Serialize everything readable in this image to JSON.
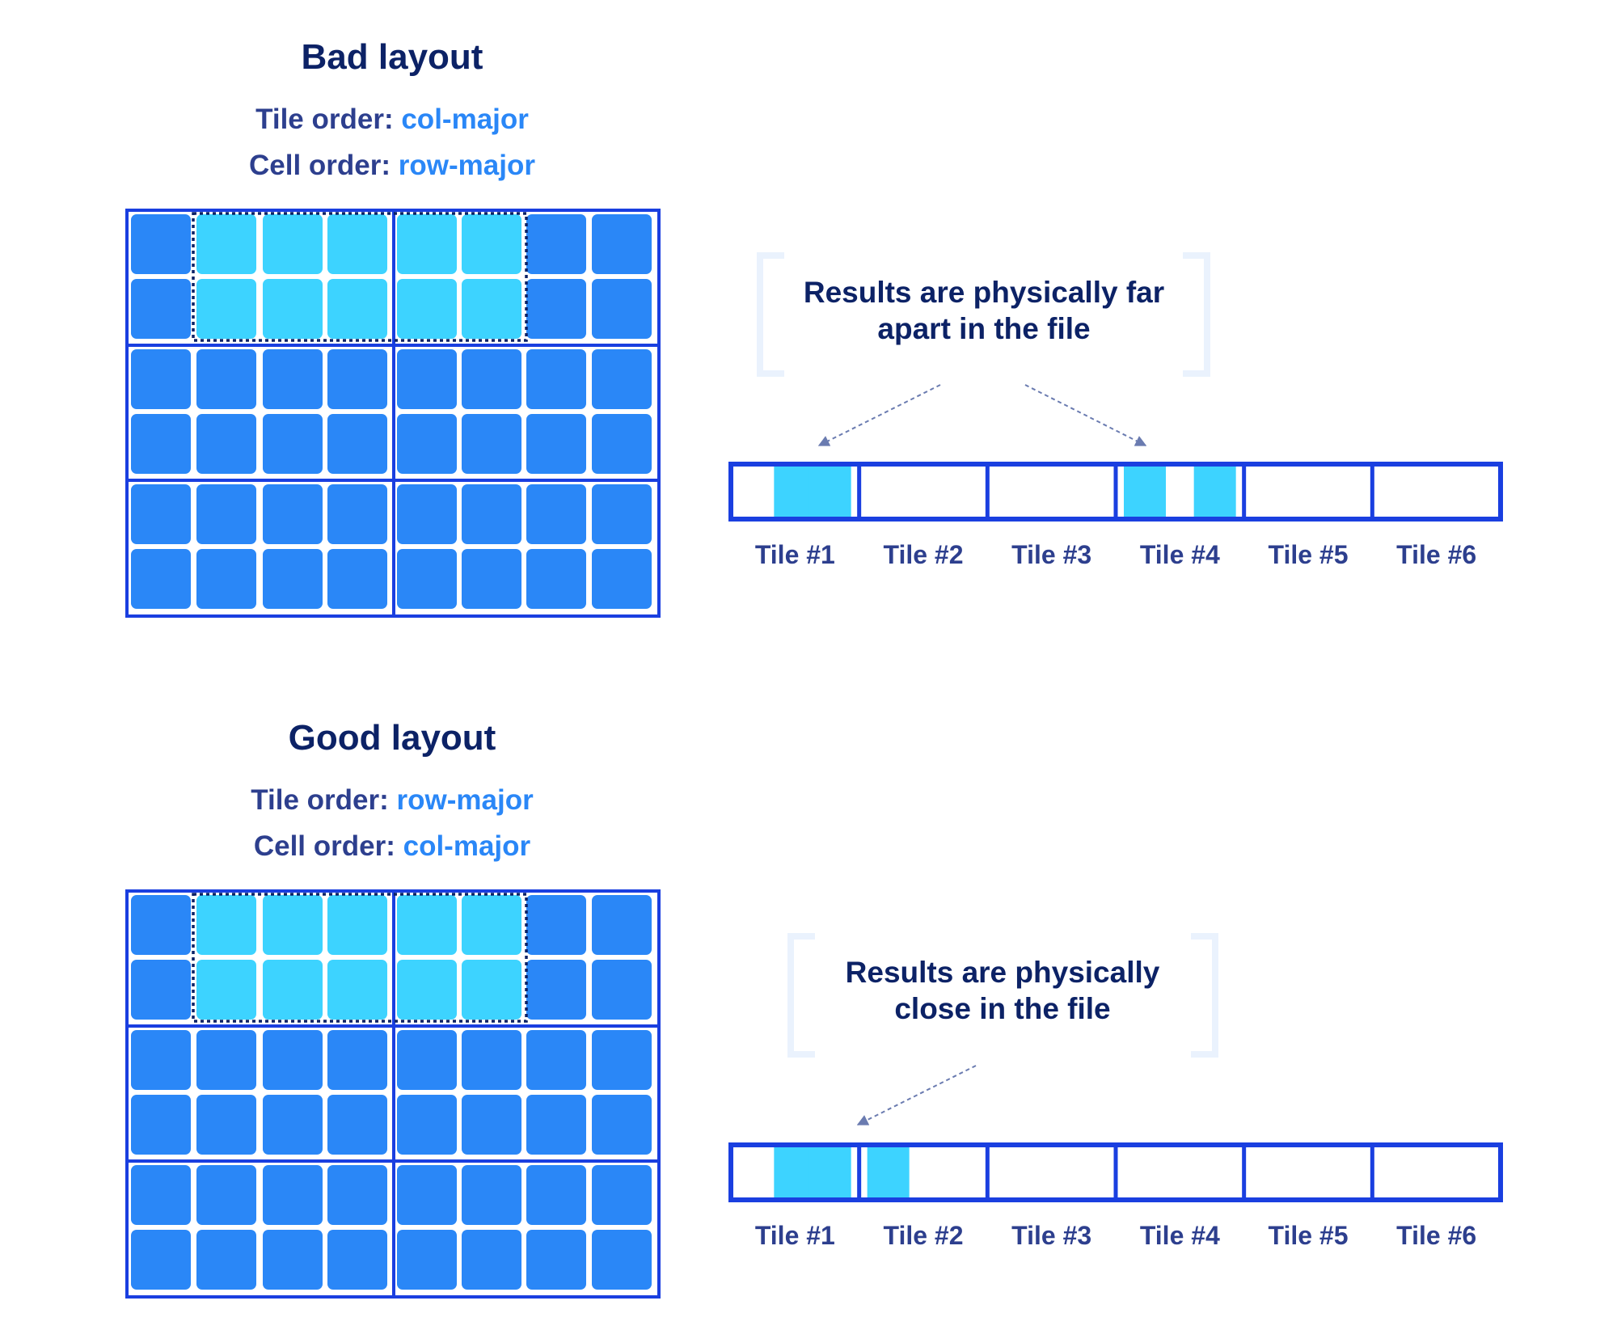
{
  "colors": {
    "title": "#0c2266",
    "label": "#2d3f8e",
    "accent_text": "#2a87f7",
    "frame": "#1a3fe0",
    "cell": "#2a87f7",
    "cell_highlight": "#3dd3ff",
    "bracket": "#eaf2fd",
    "arrow": "#6a7bb0"
  },
  "panels": [
    {
      "title": "Bad layout",
      "tile_order_label": "Tile order: ",
      "tile_order_value": "col-major",
      "cell_order_label": "Cell order: ",
      "cell_order_value": "row-major",
      "callout_lines": [
        "Results are physically far",
        "apart in the file"
      ],
      "tiles": [
        {
          "label": "Tile #1",
          "highlighted_cells": [
            1,
            2
          ]
        },
        {
          "label": "Tile #2",
          "highlighted_cells": []
        },
        {
          "label": "Tile #3",
          "highlighted_cells": []
        },
        {
          "label": "Tile #4",
          "highlighted_cells": [
            0,
            2
          ]
        },
        {
          "label": "Tile #5",
          "highlighted_cells": []
        },
        {
          "label": "Tile #6",
          "highlighted_cells": []
        }
      ]
    },
    {
      "title": "Good layout",
      "tile_order_label": "Tile order: ",
      "tile_order_value": "row-major",
      "cell_order_label": "Cell order: ",
      "cell_order_value": "col-major",
      "callout_lines": [
        "Results are physically",
        "close in the file"
      ],
      "tiles": [
        {
          "label": "Tile #1",
          "highlighted_cells": [
            1,
            2
          ]
        },
        {
          "label": "Tile #2",
          "highlighted_cells": [
            0
          ]
        },
        {
          "label": "Tile #3",
          "highlighted_cells": []
        },
        {
          "label": "Tile #4",
          "highlighted_cells": []
        },
        {
          "label": "Tile #5",
          "highlighted_cells": []
        },
        {
          "label": "Tile #6",
          "highlighted_cells": []
        }
      ]
    }
  ]
}
